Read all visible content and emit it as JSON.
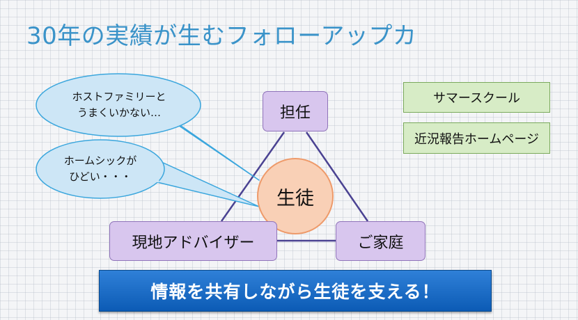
{
  "title": "30年の実績が生むフォローアップカ",
  "nodes": {
    "teacher": "担任",
    "student": "生徒",
    "advisor": "現地アドバイザー",
    "family": "ご家庭"
  },
  "bubbles": {
    "host_family": [
      "ホストファミリーと",
      "うまくいかない…"
    ],
    "homesick": [
      "ホームシックが",
      "ひどい・・・"
    ]
  },
  "side_boxes": {
    "summer_school": "サマースクール",
    "status_report": "近況報告ホームページ"
  },
  "banner": "情報を共有しながら生徒を支える！",
  "colors": {
    "title": "#3a93c9",
    "node_fill": "#d8c6ee",
    "node_border": "#8f73b9",
    "student_fill": "#f9d0b6",
    "student_border": "#ee9a6a",
    "bubble_fill": "#cde6f6",
    "bubble_border": "#3aa6dd",
    "side_box_fill": "#d7ecc6",
    "side_box_border": "#7aa95b",
    "banner_fill": "#0c5bb5",
    "triangle_line": "#4a4292"
  }
}
